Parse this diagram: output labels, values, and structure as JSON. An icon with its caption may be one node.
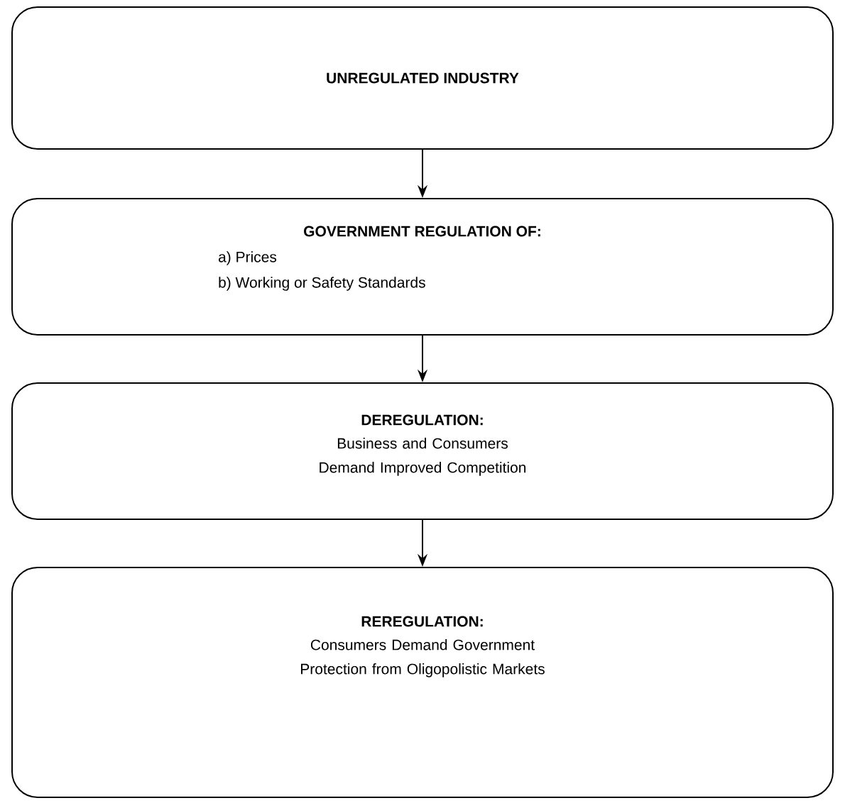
{
  "diagram": {
    "nodes": [
      {
        "text": [
          "UNREGULATED INDUSTRY"
        ]
      },
      {
        "text": [
          "GOVERNMENT REGULATION OF:",
          "a) Prices",
          "b) Working or Safety Standards"
        ]
      },
      {
        "text": [
          "DEREGULATION:",
          "Business and Consumers Demand Improved Competition"
        ]
      },
      {
        "text": [
          "REREGULATION:",
          "Consumers Demand Government Protection from Oligopolistic Markets"
        ]
      }
    ],
    "edges": [
      {
        "from": 0,
        "to": 1,
        "arrow": "to"
      },
      {
        "from": 1,
        "to": 2,
        "arrow": "to"
      },
      {
        "from": 2,
        "to": 3,
        "arrow": "to"
      }
    ]
  }
}
